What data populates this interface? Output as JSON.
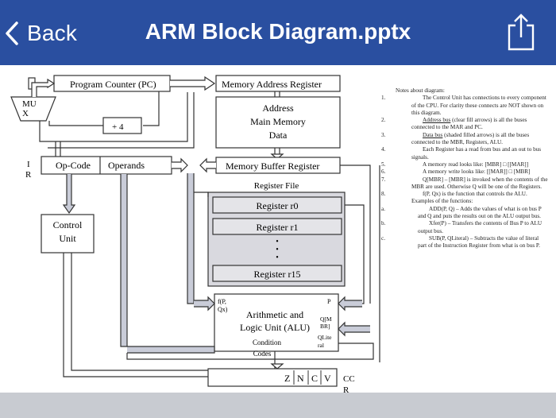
{
  "header": {
    "back_label": "Back",
    "title": "ARM Block Diagram.pptx"
  },
  "diagram": {
    "pc": "Program Counter (PC)",
    "mar": "Memory Address Register",
    "mux_1": "MU",
    "mux_2": "X",
    "plus4": "+ 4",
    "memory_1": "Address",
    "memory_2": "Main Memory",
    "memory_3": "Data",
    "ir_i": "I",
    "ir_r": "R",
    "opcode": "Op-Code",
    "operands": "Operands",
    "mbr": "Memory Buffer Register",
    "register_file": "Register File",
    "r0": "Register r0",
    "r1": "Register r1",
    "dots": "•",
    "r15": "Register r15",
    "cu_1": "Control",
    "cu_2": "Unit",
    "alu_1": "Arithmetic and",
    "alu_2": "Logic Unit (ALU)",
    "alu_fp_1": "f(P,",
    "alu_fp_2": "Qx)",
    "alu_p": "P",
    "alu_qm_1": "Q[M",
    "alu_qm_2": "BR]",
    "alu_ql_1": "QLite",
    "alu_ql_2": "ral",
    "cond_1": "Condition",
    "cond_2": "Codes",
    "flag_z": "Z",
    "flag_n": "N",
    "flag_c": "C",
    "flag_v": "V",
    "ccr_1": "CC",
    "ccr_2": "R"
  },
  "notes": {
    "heading": "Notes about diagram:",
    "items": [
      {
        "num": "1.",
        "lines": [
          "The Control Unit has connections to every component of the CPU. For clarity these connects are NOT shown on this diagram."
        ]
      },
      {
        "num": "2.",
        "underline": "Address bus",
        "lines": [
          " (clear fill arrows) is all the buses connected to the MAR and PC."
        ]
      },
      {
        "num": "3.",
        "underline": "Data bus",
        "lines": [
          " (shaded filled arrows) is all the buses connected to the MBR, Registers, ALU."
        ]
      },
      {
        "num": "4.",
        "lines": [
          "Each Register has a read from bus and an out to bus signals."
        ]
      },
      {
        "num": "5.",
        "lines": [
          "A memory read looks like: [MBR] □ [[MAR]]"
        ]
      },
      {
        "num": "6.",
        "lines": [
          "A memory write looks like: [[MAR]] □ [MBR]"
        ]
      },
      {
        "num": "7.",
        "lines": [
          "Q[MBR] – [MBR] is invoked when the contents of the MBR are used. Otherwise Q will be one of the Registers."
        ]
      },
      {
        "num": "8.",
        "lines": [
          "f(P, Qx) is the function that controls the ALU. Examples of the functions:"
        ]
      },
      {
        "num": "a.",
        "sub": true,
        "lines": [
          "ADD(P, Q) – Adds the values of what is on bus P and Q and puts the results out on the ALU output bus."
        ]
      },
      {
        "num": "b.",
        "sub": true,
        "lines": [
          "Xfer(P) – Transfers the contents of Bus P to ALU output bus."
        ]
      },
      {
        "num": "c.",
        "sub": true,
        "lines": [
          "SUB(P, QLiteral) – Subtracts the value of literal part of the Instruction Register from what is on bus P."
        ]
      }
    ]
  },
  "colors": {
    "header_bg": "#2a4fa0",
    "bus_fill": "#c9ccd8",
    "register_fill": "#d9d9df",
    "bottom_bar": "#c8cbd1"
  }
}
